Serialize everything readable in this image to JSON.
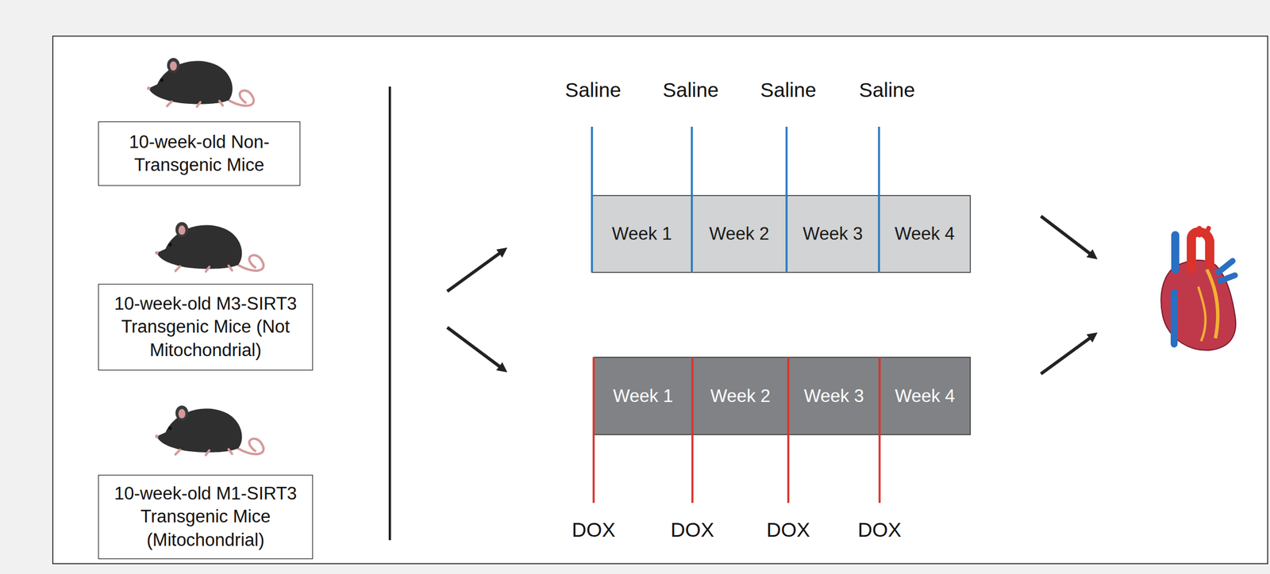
{
  "diagram": {
    "nodes": [
      {
        "text": [
          "10-week-old Non-Transgenic Mice"
        ]
      },
      {
        "text": [
          "10-week-old M3-SIRT3 Transgenic Mice (Not Mitochondrial)"
        ]
      },
      {
        "text": [
          "10-week-old M1-SIRT3 Transgenic Mice (Mitochondrial)"
        ]
      },
      {
        "text": [
          "Week 1"
        ]
      },
      {
        "text": [
          "Week 2"
        ]
      },
      {
        "text": [
          "Week 3"
        ]
      },
      {
        "text": [
          "Week 4"
        ]
      },
      {
        "text": [
          "Week 1"
        ]
      },
      {
        "text": [
          "Week 2"
        ]
      },
      {
        "text": [
          "Week 3"
        ]
      },
      {
        "text": [
          "Week 4"
        ]
      }
    ],
    "labels": [
      "Saline",
      "Saline",
      "Saline",
      "Saline",
      "DOX",
      "DOX",
      "DOX",
      "DOX"
    ]
  }
}
